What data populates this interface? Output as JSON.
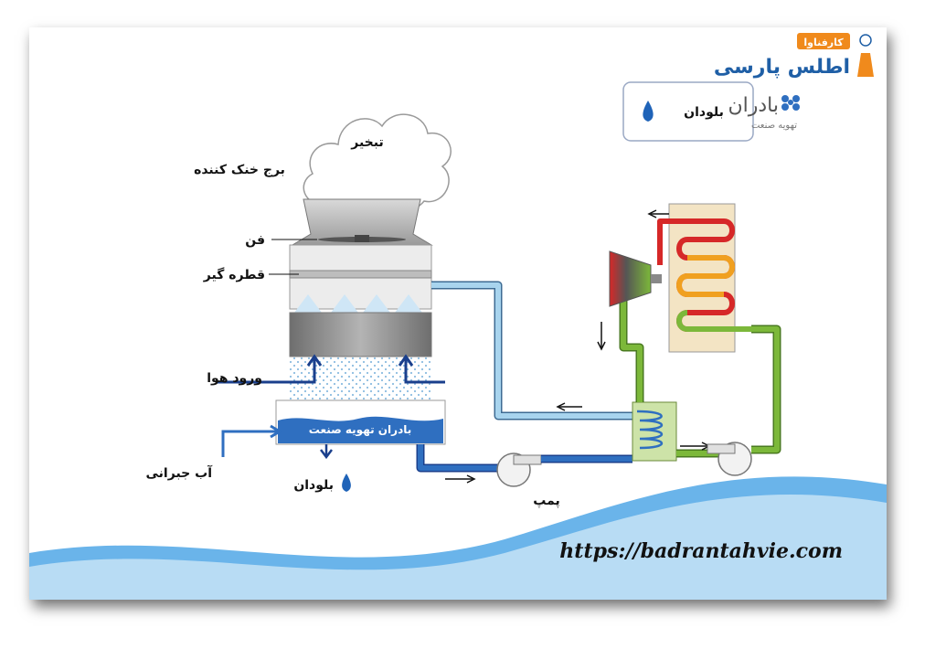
{
  "labels": {
    "evaporation": "تبخیر",
    "cooling_tower": "برج خنک کننده",
    "fan": "فن",
    "drift_eliminator": "قطره گیر",
    "air_inlet": "ورود هوا",
    "makeup_water": "آب جبرانی",
    "blowdown": "بلودان",
    "basin_brand": "بادران تهویه صنعت",
    "pump": "پمپ"
  },
  "legend": {
    "blowdown": "بلودان"
  },
  "branding": {
    "badran_name": "بادران",
    "badran_sub": "تهویه صنعت",
    "atlas_badge": "کارفناوا",
    "atlas_name": "اطلس پارسی"
  },
  "website": "https://badrantahvie.com",
  "colors": {
    "hot_pipe": "#d62828",
    "warm_pipe": "#f0a020",
    "green_pipe": "#7cb83a",
    "cool_pipe": "#a8d4ee",
    "basin_water": "#2f6fc0",
    "drop": "#1f63b8",
    "arrow": "#1a3f8c",
    "wave": "#6ab4ea"
  },
  "icons": [
    "cloud-icon",
    "water-drop-icon",
    "fan-icon",
    "pump-icon",
    "flow-arrow-icon"
  ]
}
